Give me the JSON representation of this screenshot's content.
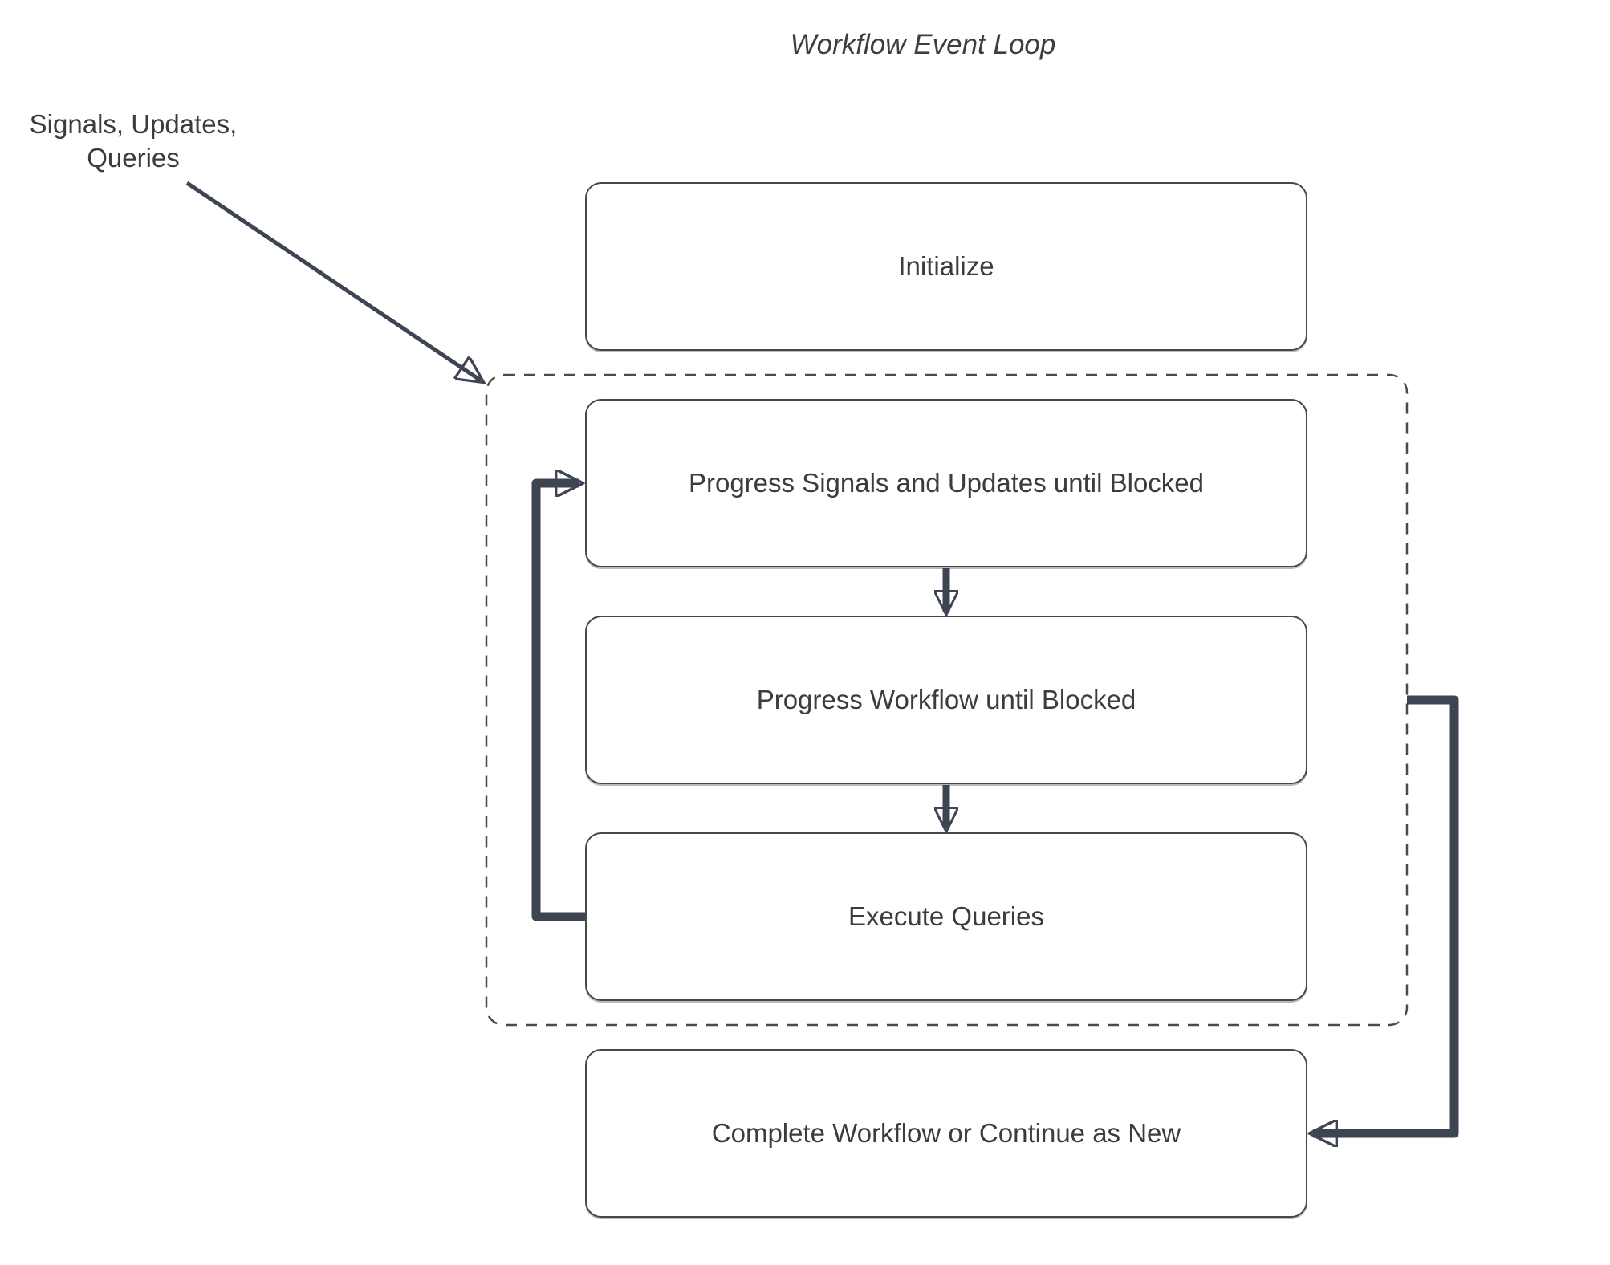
{
  "title": "Workflow Event Loop",
  "external_label": "Signals, Updates,\nQueries",
  "boxes": {
    "initialize": "Initialize",
    "progress_signals": "Progress Signals and Updates until Blocked",
    "progress_workflow": "Progress Workflow until Blocked",
    "execute_queries": "Execute Queries",
    "complete": "Complete Workflow or Continue as New"
  },
  "colors": {
    "arrow": "#3E4552",
    "box_border": "#484848",
    "dash_border": "#4A4A4A",
    "text": "#3C3C3C",
    "bg": "#FFFFFF"
  }
}
